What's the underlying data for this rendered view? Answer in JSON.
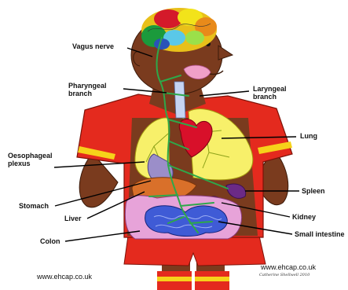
{
  "labels": {
    "vagus_nerve": "Vagus nerve",
    "pharyngeal_branch": "Pharyngeal\nbranch",
    "laryngeal_branch": "Laryngeal\nbranch",
    "lung": "Lung",
    "oesophageal_plexus": "Oesophageal\nplexus",
    "spleen": "Spleen",
    "stomach": "Stomach",
    "liver": "Liver",
    "kidney": "Kidney",
    "colon": "Colon",
    "small_intestine": "Small intestine"
  },
  "watermark_left": "www.ehcap.co.uk",
  "watermark_right": "www.ehcap.co.uk",
  "signature": "Catherine Shellwell 2010",
  "colors": {
    "skin": "#7a3b1e",
    "shirt": "#e42a1e",
    "stripe": "#f6d21a",
    "lung": "#f7f06a",
    "heart": "#d8102a",
    "nerve": "#2ea84a",
    "liver": "#d9702a",
    "colon": "#e7a3d9",
    "small_intestine": "#3f5bd6",
    "kidney": "#7d3aa0",
    "stomach": "#9b8ec9"
  }
}
